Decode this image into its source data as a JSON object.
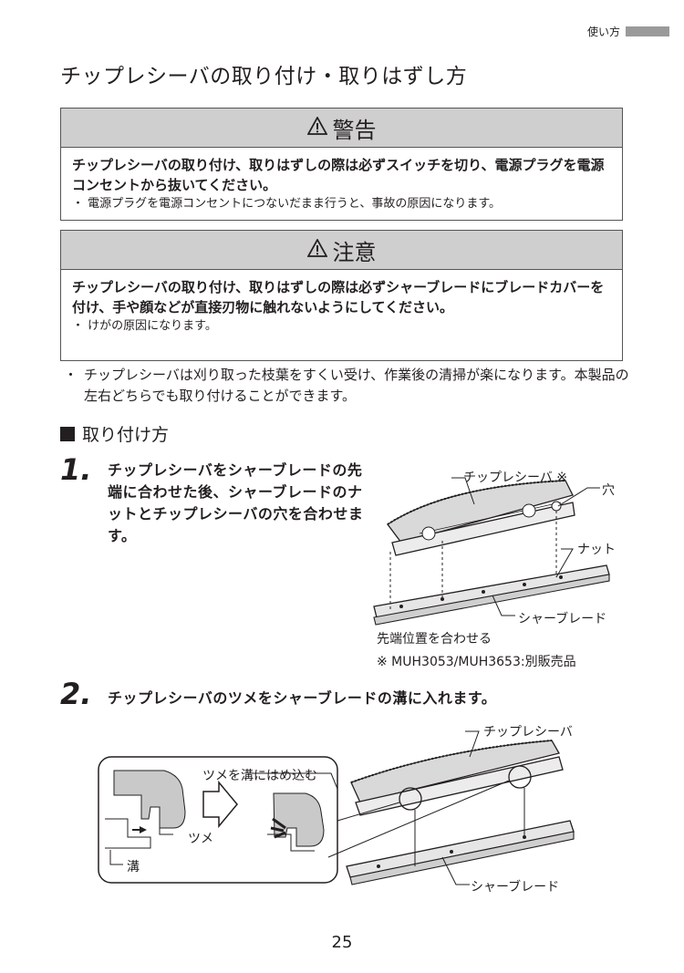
{
  "header": {
    "section": "使い方"
  },
  "title": "チップレシーバの取り付け・取りはずし方",
  "warning": {
    "heading": "警告",
    "body": "チップレシーバの取り付け、取りはずしの際は必ずスイッチを切り、電源プラグを電源コンセントから抜いてください。",
    "note": "・ 電源プラグを電源コンセントにつないだまま行うと、事故の原因になります。"
  },
  "caution": {
    "heading": "注意",
    "body": "チップレシーバの取り付け、取りはずしの際は必ずシャーブレードにブレードカバーを付け、手や顔などが直接刃物に触れないようにしてください。",
    "note": "・ けがの原因になります。"
  },
  "intro_bullet": "・",
  "intro_text": "チップレシーバは刈り取った枝葉をすくい受け、作業後の清掃が楽になります。本製品の左右どちらでも取り付けることができます。",
  "section_title": "取り付け方",
  "step1": {
    "num": "1.",
    "text": "チップレシーバをシャーブレードの先端に合わせた後、シャーブレードのナットとチップレシーバの穴を合わせます。",
    "labels": {
      "receiver": "チップレシーバ ※",
      "hole": "穴",
      "nut": "ナット",
      "blade": "シャーブレード",
      "align": "先端位置を合わせる",
      "footnote": "※ MUH3053/MUH3653:別販売品"
    }
  },
  "step2": {
    "num": "2.",
    "text": "チップレシーバのツメをシャーブレードの溝に入れます。",
    "labels": {
      "receiver": "チップレシーバ",
      "insert": "ツメを溝にはめ込む",
      "claw": "ツメ",
      "groove": "溝",
      "blade": "シャーブレード"
    }
  },
  "page_number": "25"
}
